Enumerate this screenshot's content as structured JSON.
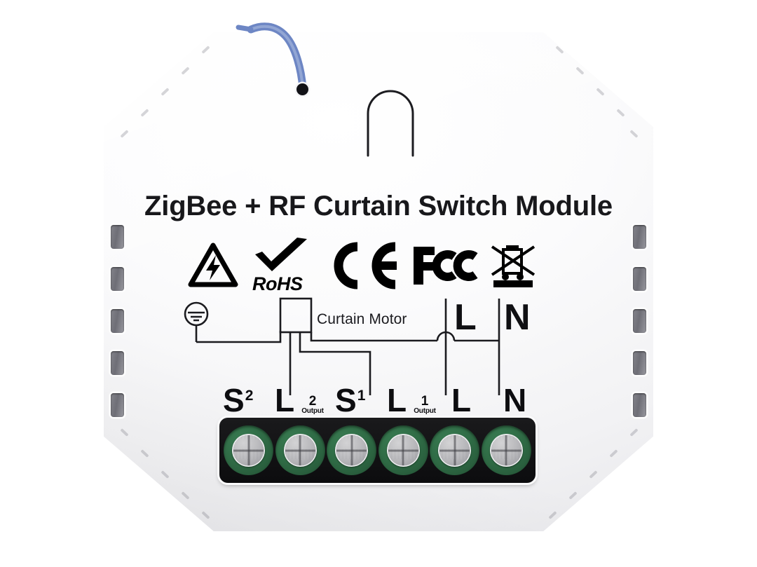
{
  "product": {
    "title": "ZigBee + RF Curtain Switch Module",
    "case_color": "#f4f4f6",
    "antenna_color": "#6d86c4",
    "terminal_green": "#2f6b45",
    "screw_silver": "#b4b4b8"
  },
  "certifications": [
    {
      "name": "high-voltage-warning",
      "label": ""
    },
    {
      "name": "rohs",
      "label": "RoHS"
    },
    {
      "name": "ce",
      "label": "CE"
    },
    {
      "name": "fcc",
      "label": "FC"
    },
    {
      "name": "weee",
      "label": ""
    }
  ],
  "diagram": {
    "motor_label": "Curtain Motor",
    "earth_symbol": "protective-earth",
    "supply": [
      {
        "name": "line",
        "label": "L"
      },
      {
        "name": "neutral",
        "label": "N"
      }
    ]
  },
  "terminals": [
    {
      "id": "s2",
      "letter": "S",
      "sup": "2",
      "output": null
    },
    {
      "id": "l2",
      "letter": "L",
      "sup": null,
      "output": {
        "num": "2",
        "word": "Output"
      }
    },
    {
      "id": "s1",
      "letter": "S",
      "sup": "1",
      "output": null
    },
    {
      "id": "l1",
      "letter": "L",
      "sup": null,
      "output": {
        "num": "1",
        "word": "Output"
      }
    },
    {
      "id": "l",
      "letter": "L",
      "sup": null,
      "output": null
    },
    {
      "id": "n",
      "letter": "N",
      "sup": null,
      "output": null
    }
  ],
  "ports": [
    {
      "id": "port-s2"
    },
    {
      "id": "port-l2"
    },
    {
      "id": "port-s1"
    },
    {
      "id": "port-l1"
    },
    {
      "id": "port-l"
    },
    {
      "id": "port-n"
    }
  ]
}
